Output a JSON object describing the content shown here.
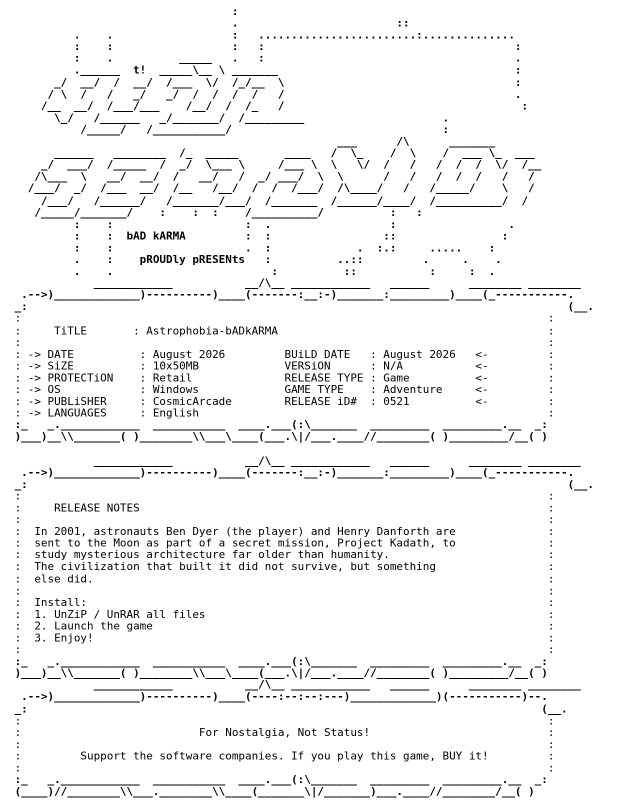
{
  "logo_art": [
    "                                  :",
    "                                  .                        ::",
    "          .    .                  :   ........................:..............",
    "          :    :                  :   :                                      :",
    "          :    .          _____   .   :                                      .",
    "          .______  t!  _____\\__ \\ _______                                    :",
    "       _/  __/  /  __/  /___  \\/  /_/__  \\                                   :",
    "      / \\  /   /   _/   _/  /  /  /  /   /                                   .",
    "     /__  __/  /___/___    /__/  /  /_   /                                    :",
    "       \\_/   /______   _/_______/  /_________                     .          ",
    "           /_____/   /___________/                                :          ",
    "                                                  ___      /\\      _______   ",
    "       ______   ________  /_  _____       ____   /  \\_    /  \\    /  ___ \\_  ___",
    "     _/  ___/  /_____  /  _/  \\___ \\     /___ \\  \\   \\/  /   /   /  /  /  \\/  /__",
    "    /\\___  \\   __/  __/  /   __/   /  _/ ___/  \\  \\      /   /   /  /  /   /   /",
    "   /___/  _/  /___  __/  /__   /__/  /  /  /___/  /\\____/   /   /_____/    \\   /",
    "     /___/   /______/   /_______/___/  /_______  /______/____/  /__________/  /",
    "    /_____/_______/    :    :  :    /__________/          :   :            ",
    "          :    :                    :  .                  :                 .",
    "          :    :  bAD kARMA         :  :                 ::                :",
    "          :    :                    .  :             .  :.:     .....    :",
    "          .    :    pROUDly pRESENts   :          ..::         .     .    .",
    "          .    .                        :          ::           :     :  ."
  ],
  "info_section": {
    "title_label": "TiTLE",
    "title_value": "Astrophobia-bADkARMA",
    "left_fields": [
      {
        "label": "DATE",
        "value": "August 2026"
      },
      {
        "label": "SiZE",
        "value": "10x50MB"
      },
      {
        "label": "PROTECTiON",
        "value": "Retail"
      },
      {
        "label": "OS",
        "value": "Windows"
      },
      {
        "label": "PUBLiSHER",
        "value": "CosmicArcade"
      },
      {
        "label": "LANGUAGES",
        "value": "English"
      }
    ],
    "right_fields": [
      {
        "label": "BUiLD DATE",
        "value": "August 2026"
      },
      {
        "label": "VERSiON",
        "value": "N/A"
      },
      {
        "label": "RELEASE TYPE",
        "value": "Game"
      },
      {
        "label": "GAME TYPE",
        "value": "Adventure"
      },
      {
        "label": "RELEASE iD#",
        "value": "0521"
      }
    ]
  },
  "notes_section": {
    "heading": "RELEASE NOTES",
    "paragraph": [
      "In 2001, astronauts Ben Dyer (the player) and Henry Danforth are",
      "sent to the Moon as part of a secret mission, Project Kadath, to",
      "study mysterious architecture far older than humanity.",
      "The civilization that built it did not survive, but something",
      "else did."
    ],
    "install_heading": "Install:",
    "install_steps": [
      "1. UnZiP / UnRAR all files",
      "2. Launch the game",
      "3. Enjoy!"
    ]
  },
  "footer_section": {
    "slogan": "For Nostalgia, Not Status!",
    "support": "Support the software companies. If you play this game, BUY it!"
  }
}
